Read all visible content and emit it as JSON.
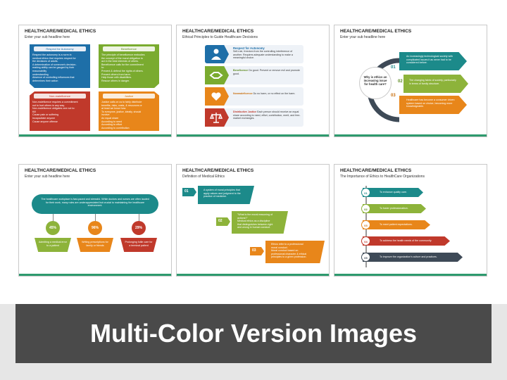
{
  "banner": {
    "text": "Multi-Color Version Images"
  },
  "colors": {
    "green": "#2e9a6e",
    "teal": "#1c8a8a",
    "blue": "#1e6fa8",
    "orange": "#e8861a",
    "red": "#c0392b",
    "dark": "#3e4a57",
    "olive": "#8db33a",
    "accent_line": "#2e9a6e"
  },
  "s1": {
    "title": "HEALTHCARE/MEDICAL ETHICS",
    "subtitle": "Enter your sub headline here",
    "boxes": [
      {
        "head": "Respect for Autonomy",
        "lines": [
          "Respect the autonomy is a norm in",
          "medical ethics that requires respect for",
          "the decisions of adults.",
          "A determination of someone's decision-",
          "making ability can be gauged by their",
          "reasonability",
          "understanding",
          "Absence of controlling influences that",
          "determines their action"
        ]
      },
      {
        "head": "Beneficence",
        "lines": [
          "The principle of beneficence embodies",
          "the concept of the moral obligation to",
          "act in the best interests of others.",
          "Beneficence calls for the commitment",
          "to:",
          "Prevent & defend the rights of others.",
          "Prevent others from harm.",
          "Help those with disabilities.",
          "Rescue others in danger."
        ]
      },
      {
        "head": "Non-maleficence",
        "lines": [
          "Non-maleficence requires a commitment",
          "not to hurt others in any way.",
          "Non-maleficence obligates one not to:",
          "Kill",
          "Cause pain or suffering",
          "Incapacitate anyone",
          "Cause anyone offense"
        ]
      },
      {
        "head": "Justice",
        "lines": [
          "Justice calls on us to fairly distribute",
          "benefits, risks, costs, & resources or",
          "at least we know how.",
          "To everyone, justice, ideally, should",
          "involve:",
          "An equal share",
          "According to need",
          "According to effort",
          "According to contribution",
          "According to merit"
        ]
      }
    ]
  },
  "s2": {
    "title": "HEALTHCARE/MEDICAL ETHICS",
    "subtitle": "Ethical Principles to Guide Healthcare Decisions",
    "rows": [
      {
        "icon": "person-icon",
        "head": "Respect for Autonomy",
        "text": "Self-rule, freedom from the controlling interference of another. Requires adequate understanding to make a meaningful choice."
      },
      {
        "icon": "handshake-icon",
        "head": "Beneficence",
        "text": "Do good. Prevent or remove evil and promote good."
      },
      {
        "icon": "hand-heart-icon",
        "head": "Nonmaleficence",
        "text": "Do no harm, or no effect on the harm."
      },
      {
        "icon": "scales-icon",
        "head": "Distributive Justice",
        "text": "Each person should receive an equal share according to need, effort, contribution, merit, and free-market exchanges."
      }
    ]
  },
  "s3": {
    "title": "HEALTHCARE/MEDICAL ETHICS",
    "subtitle": "Enter your sub headline here",
    "question": "Why is ethics an increasing issue for health care?",
    "items": [
      {
        "num": "01",
        "text": "An increasingly technological society with complicated issues it as never had to be considered before."
      },
      {
        "num": "02",
        "text": "The changing fabric of society, particularly in terms of family structure."
      },
      {
        "num": "03",
        "text": "Healthcare has become a consumer driven system based on choice, becoming more knowledgeable."
      }
    ]
  },
  "s4": {
    "title": "HEALTHCARE/MEDICAL ETHICS",
    "subtitle": "Enter your sub headline here",
    "lead": "The healthcare workplace is fast-paced and stressful. While doctors and nurses are often lauded for their work, many roles are underappreciated but crucial to maintaining the healthcare environment.",
    "stats": [
      {
        "value": "45%",
        "text": "Admitting a medical error to a patient"
      },
      {
        "value": "96%",
        "text": "Writing prescriptions for family or friends"
      },
      {
        "value": "29%",
        "text": "Prolonging futile care for a terminal patient"
      }
    ]
  },
  "s5": {
    "title": "HEALTHCARE/MEDICAL ETHICS",
    "subtitle": "Definition of Medical Ethics",
    "items": [
      {
        "num": "01",
        "lines": [
          "A system of moral principles that",
          "apply values and judgment to the",
          "practice of medicine."
        ]
      },
      {
        "num": "02",
        "lines": [
          "\"What is the moral reasoning of",
          "actions?\"",
          "Medical ethics as a discipline",
          "that distinguishes between right",
          "and wrong in human conduct."
        ]
      },
      {
        "num": "03",
        "lines": [
          "Ethics refer to a professional",
          "moral conduct.",
          "Moral conduct based on",
          "professional character & ethical",
          "principles to a given profession."
        ]
      }
    ]
  },
  "s6": {
    "title": "HEALTHCARE/MEDICAL ETHICS",
    "subtitle": "The Importance of Ethics to HealthCare Organizations",
    "items": [
      {
        "num": "01",
        "text": "To enhance quality care."
      },
      {
        "num": "02",
        "text": "To foster professionalism."
      },
      {
        "num": "03",
        "text": "To meet patient expectations."
      },
      {
        "num": "04",
        "text": "To address the health needs of the community."
      },
      {
        "num": "05",
        "text": "To improve the organization's culture and practices."
      }
    ]
  }
}
